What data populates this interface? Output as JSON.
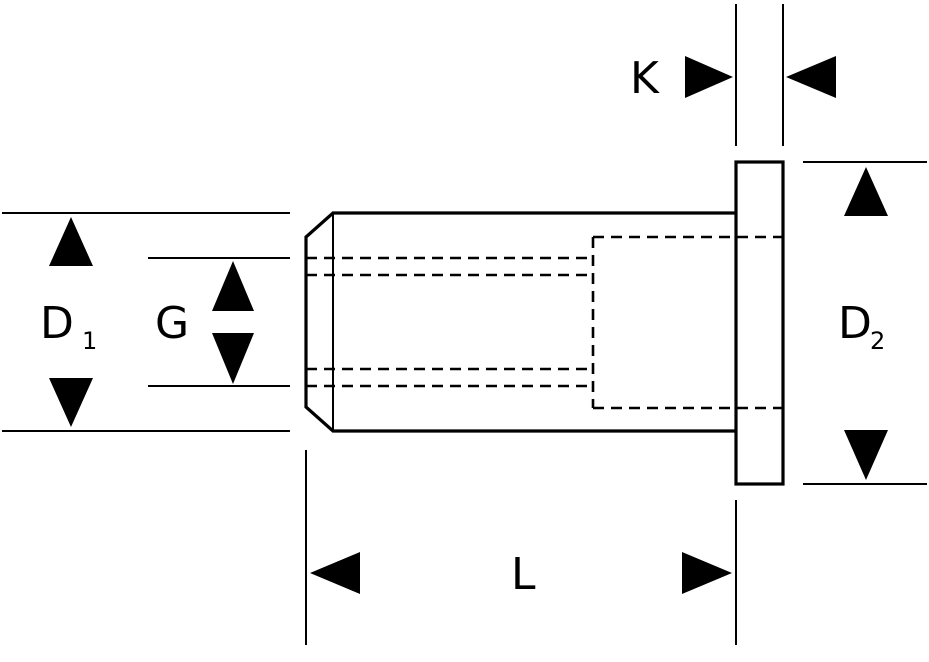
{
  "labels": {
    "d1": "D",
    "d1_sub": "1",
    "g": "G",
    "d2": "D",
    "d2_sub": "2",
    "k": "K",
    "l": "L"
  },
  "colors": {
    "ink": "#000000",
    "background": "#ffffff"
  }
}
